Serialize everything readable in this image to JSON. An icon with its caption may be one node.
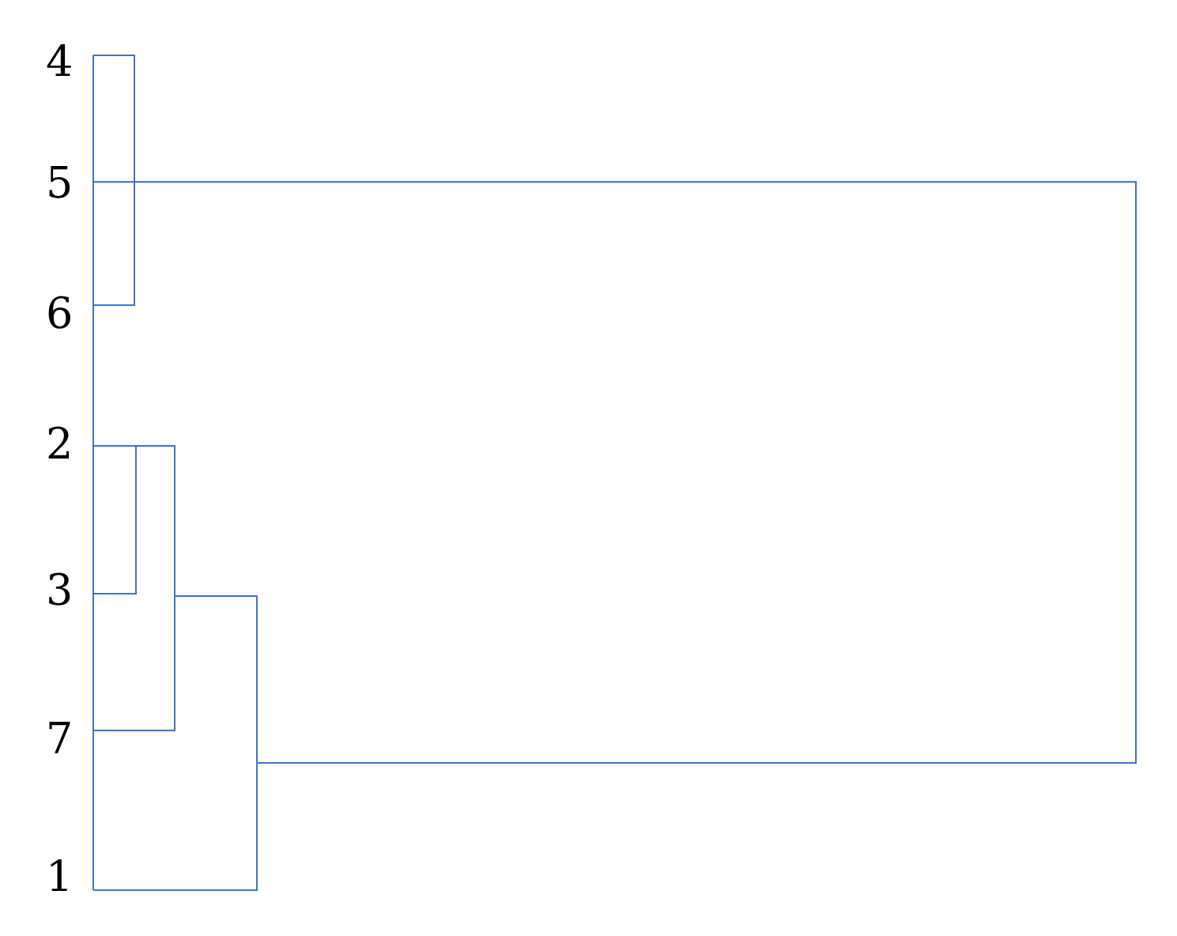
{
  "diagram": {
    "labels": [
      "4",
      "5",
      "6",
      "2",
      "3",
      "7",
      "1"
    ]
  }
}
